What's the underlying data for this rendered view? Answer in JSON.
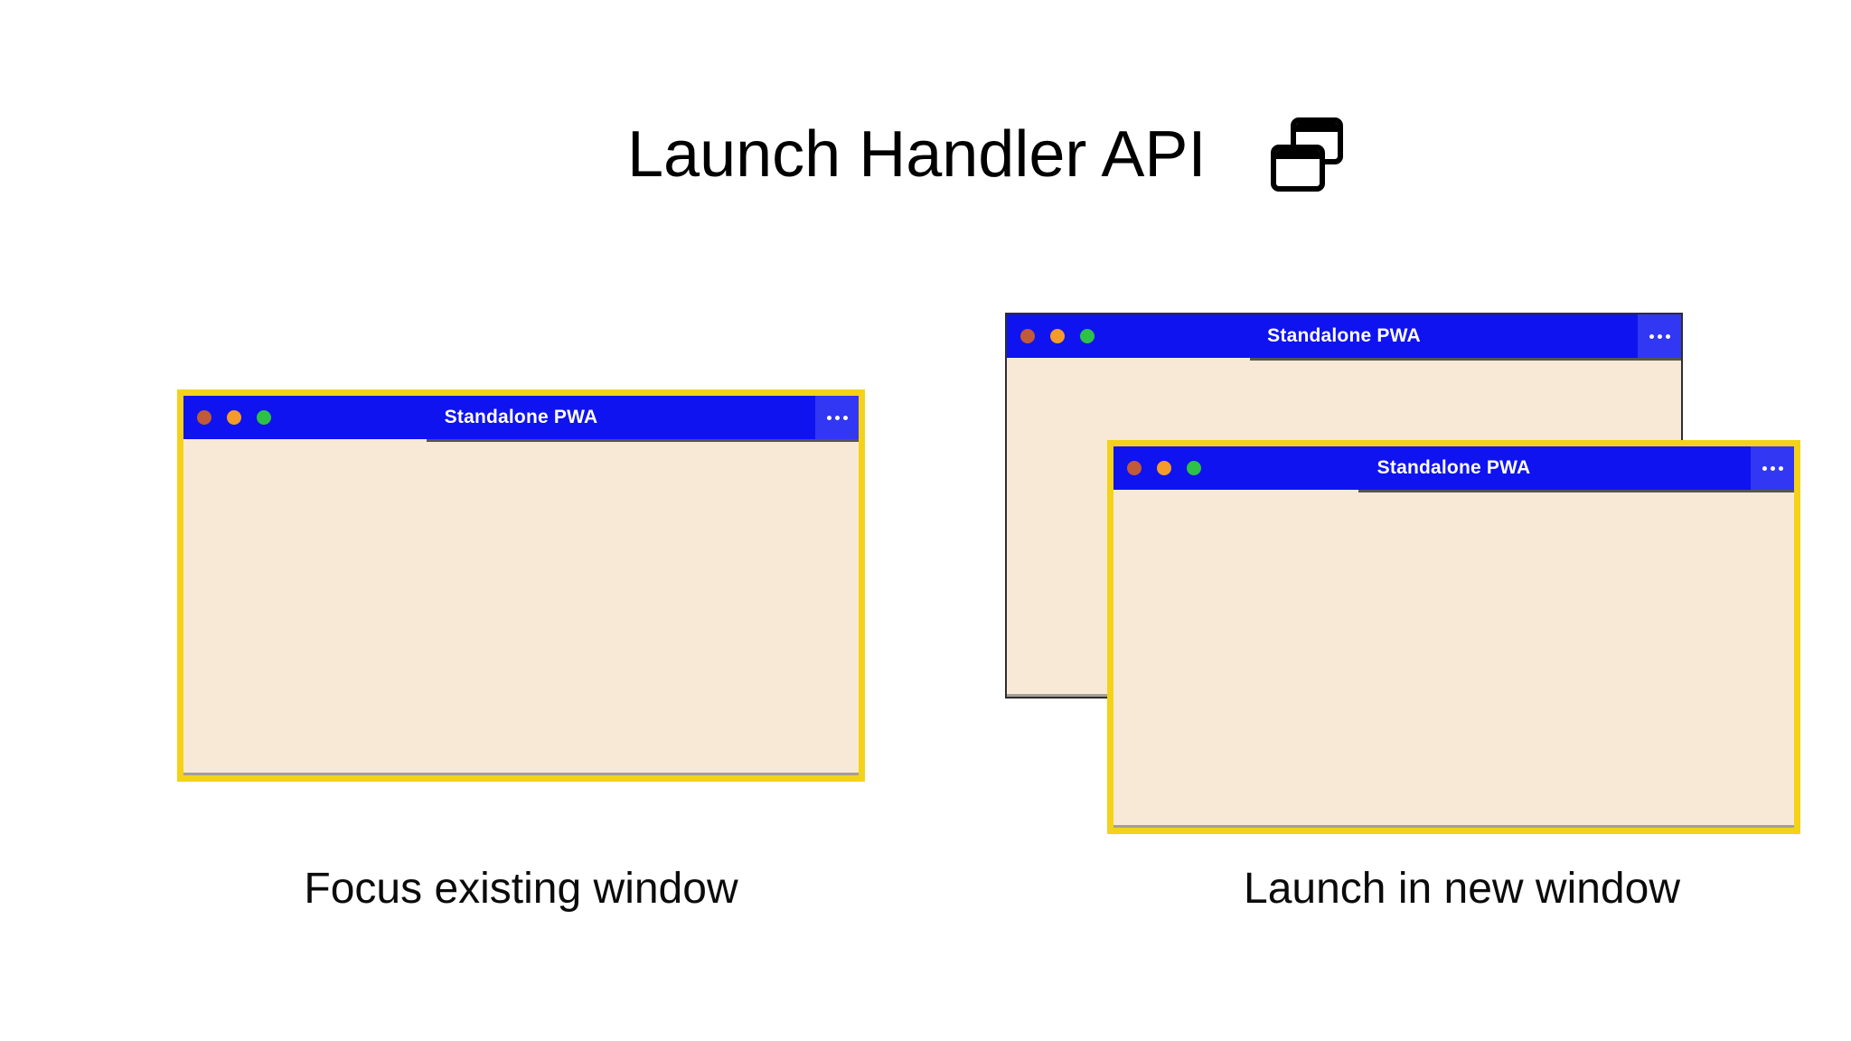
{
  "header": {
    "title": "Launch Handler API",
    "icon": "overlapping-windows-icon"
  },
  "windows": {
    "left": {
      "title": "Standalone PWA",
      "state": "focused-existing-window"
    },
    "right_back": {
      "title": "Standalone PWA",
      "state": "background-window"
    },
    "right_front": {
      "title": "Standalone PWA",
      "state": "new-focused-window"
    }
  },
  "captions": {
    "left": "Focus existing window",
    "right": "Launch in new window"
  },
  "icons": {
    "header_icon": "overlapping-windows-icon",
    "window_menu": "more-options-icon",
    "window_controls": [
      "close-dot-icon",
      "minimize-dot-icon",
      "maximize-dot-icon"
    ]
  },
  "colors": {
    "titlebar_blue": "#0f13ef",
    "menu_area_blue": "#3237f3",
    "window_body_cream": "#f8e9d6",
    "focus_border_yellow": "#f4d219",
    "unfocused_border_gray": "#2e2e2e",
    "control_dot_red": "#c05a39",
    "control_dot_orange": "#f59b2a",
    "control_dot_green": "#2ec147",
    "titlebar_text_white": "#ffffff",
    "heading_text_black": "#000000"
  }
}
